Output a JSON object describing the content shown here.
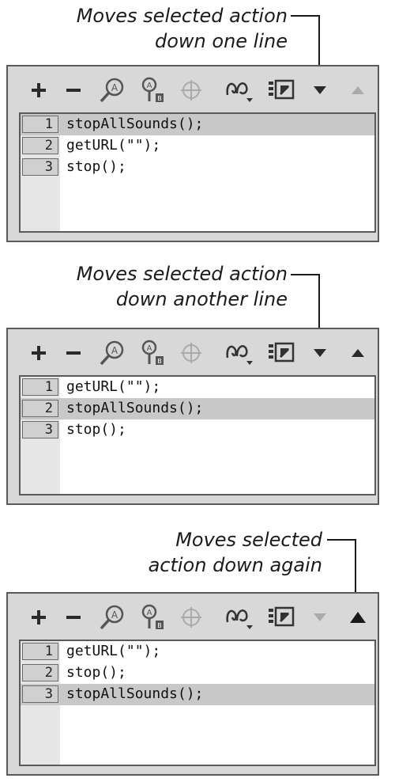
{
  "colors": {
    "panel_bg": "#d8d8d8",
    "code_bg": "#ffffff",
    "selected_row": "#c8c8c8",
    "icon_active": "#2a2a2a",
    "icon_disabled": "#aaaaaa",
    "leader_line": "#1a1a1a"
  },
  "toolbar_icons": [
    "add-icon",
    "remove-icon",
    "find-icon",
    "replace-icon",
    "target-icon",
    "debug-options-icon",
    "view-options-icon",
    "move-down-icon",
    "move-up-icon"
  ],
  "steps": [
    {
      "caption_line1": "Moves selected action",
      "caption_line2": "down one line",
      "move_up_enabled": false,
      "move_down_enabled": true,
      "rows": [
        {
          "num": "1",
          "code": "stopAllSounds();",
          "selected": true
        },
        {
          "num": "2",
          "code": "getURL(\"\");",
          "selected": false
        },
        {
          "num": "3",
          "code": "stop();",
          "selected": false
        }
      ]
    },
    {
      "caption_line1": "Moves selected action",
      "caption_line2": "down another line",
      "move_up_enabled": true,
      "move_down_enabled": true,
      "rows": [
        {
          "num": "1",
          "code": "getURL(\"\");",
          "selected": false
        },
        {
          "num": "2",
          "code": "stopAllSounds();",
          "selected": true
        },
        {
          "num": "3",
          "code": "stop();",
          "selected": false
        }
      ]
    },
    {
      "caption_line1": "Moves selected",
      "caption_line2": "action down again",
      "move_up_enabled": true,
      "move_down_enabled": false,
      "rows": [
        {
          "num": "1",
          "code": "getURL(\"\");",
          "selected": false
        },
        {
          "num": "2",
          "code": "stop();",
          "selected": false
        },
        {
          "num": "3",
          "code": "stopAllSounds();",
          "selected": true
        }
      ]
    }
  ]
}
